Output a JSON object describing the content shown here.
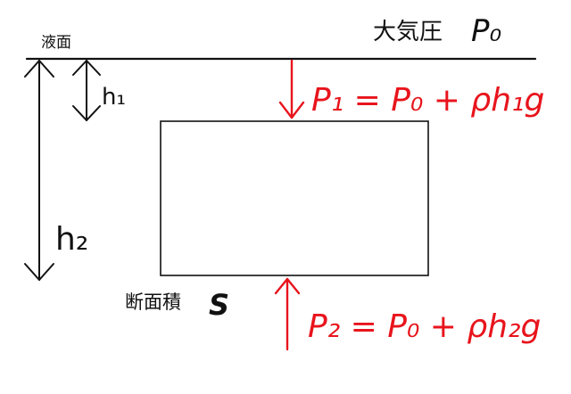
{
  "labels": {
    "surface": "液面",
    "atmospheric_pressure": "大気圧",
    "p0_symbol": "P₀",
    "area": "断面積",
    "area_symbol": "S",
    "h1": "h₁",
    "h2": "h₂"
  },
  "equations": {
    "top": "P₁ = P₀ + ρh₁g",
    "bottom": "P₂ = P₀ + ρh₂g"
  },
  "colors": {
    "ink": "#111111",
    "accent": "#e8141c"
  }
}
